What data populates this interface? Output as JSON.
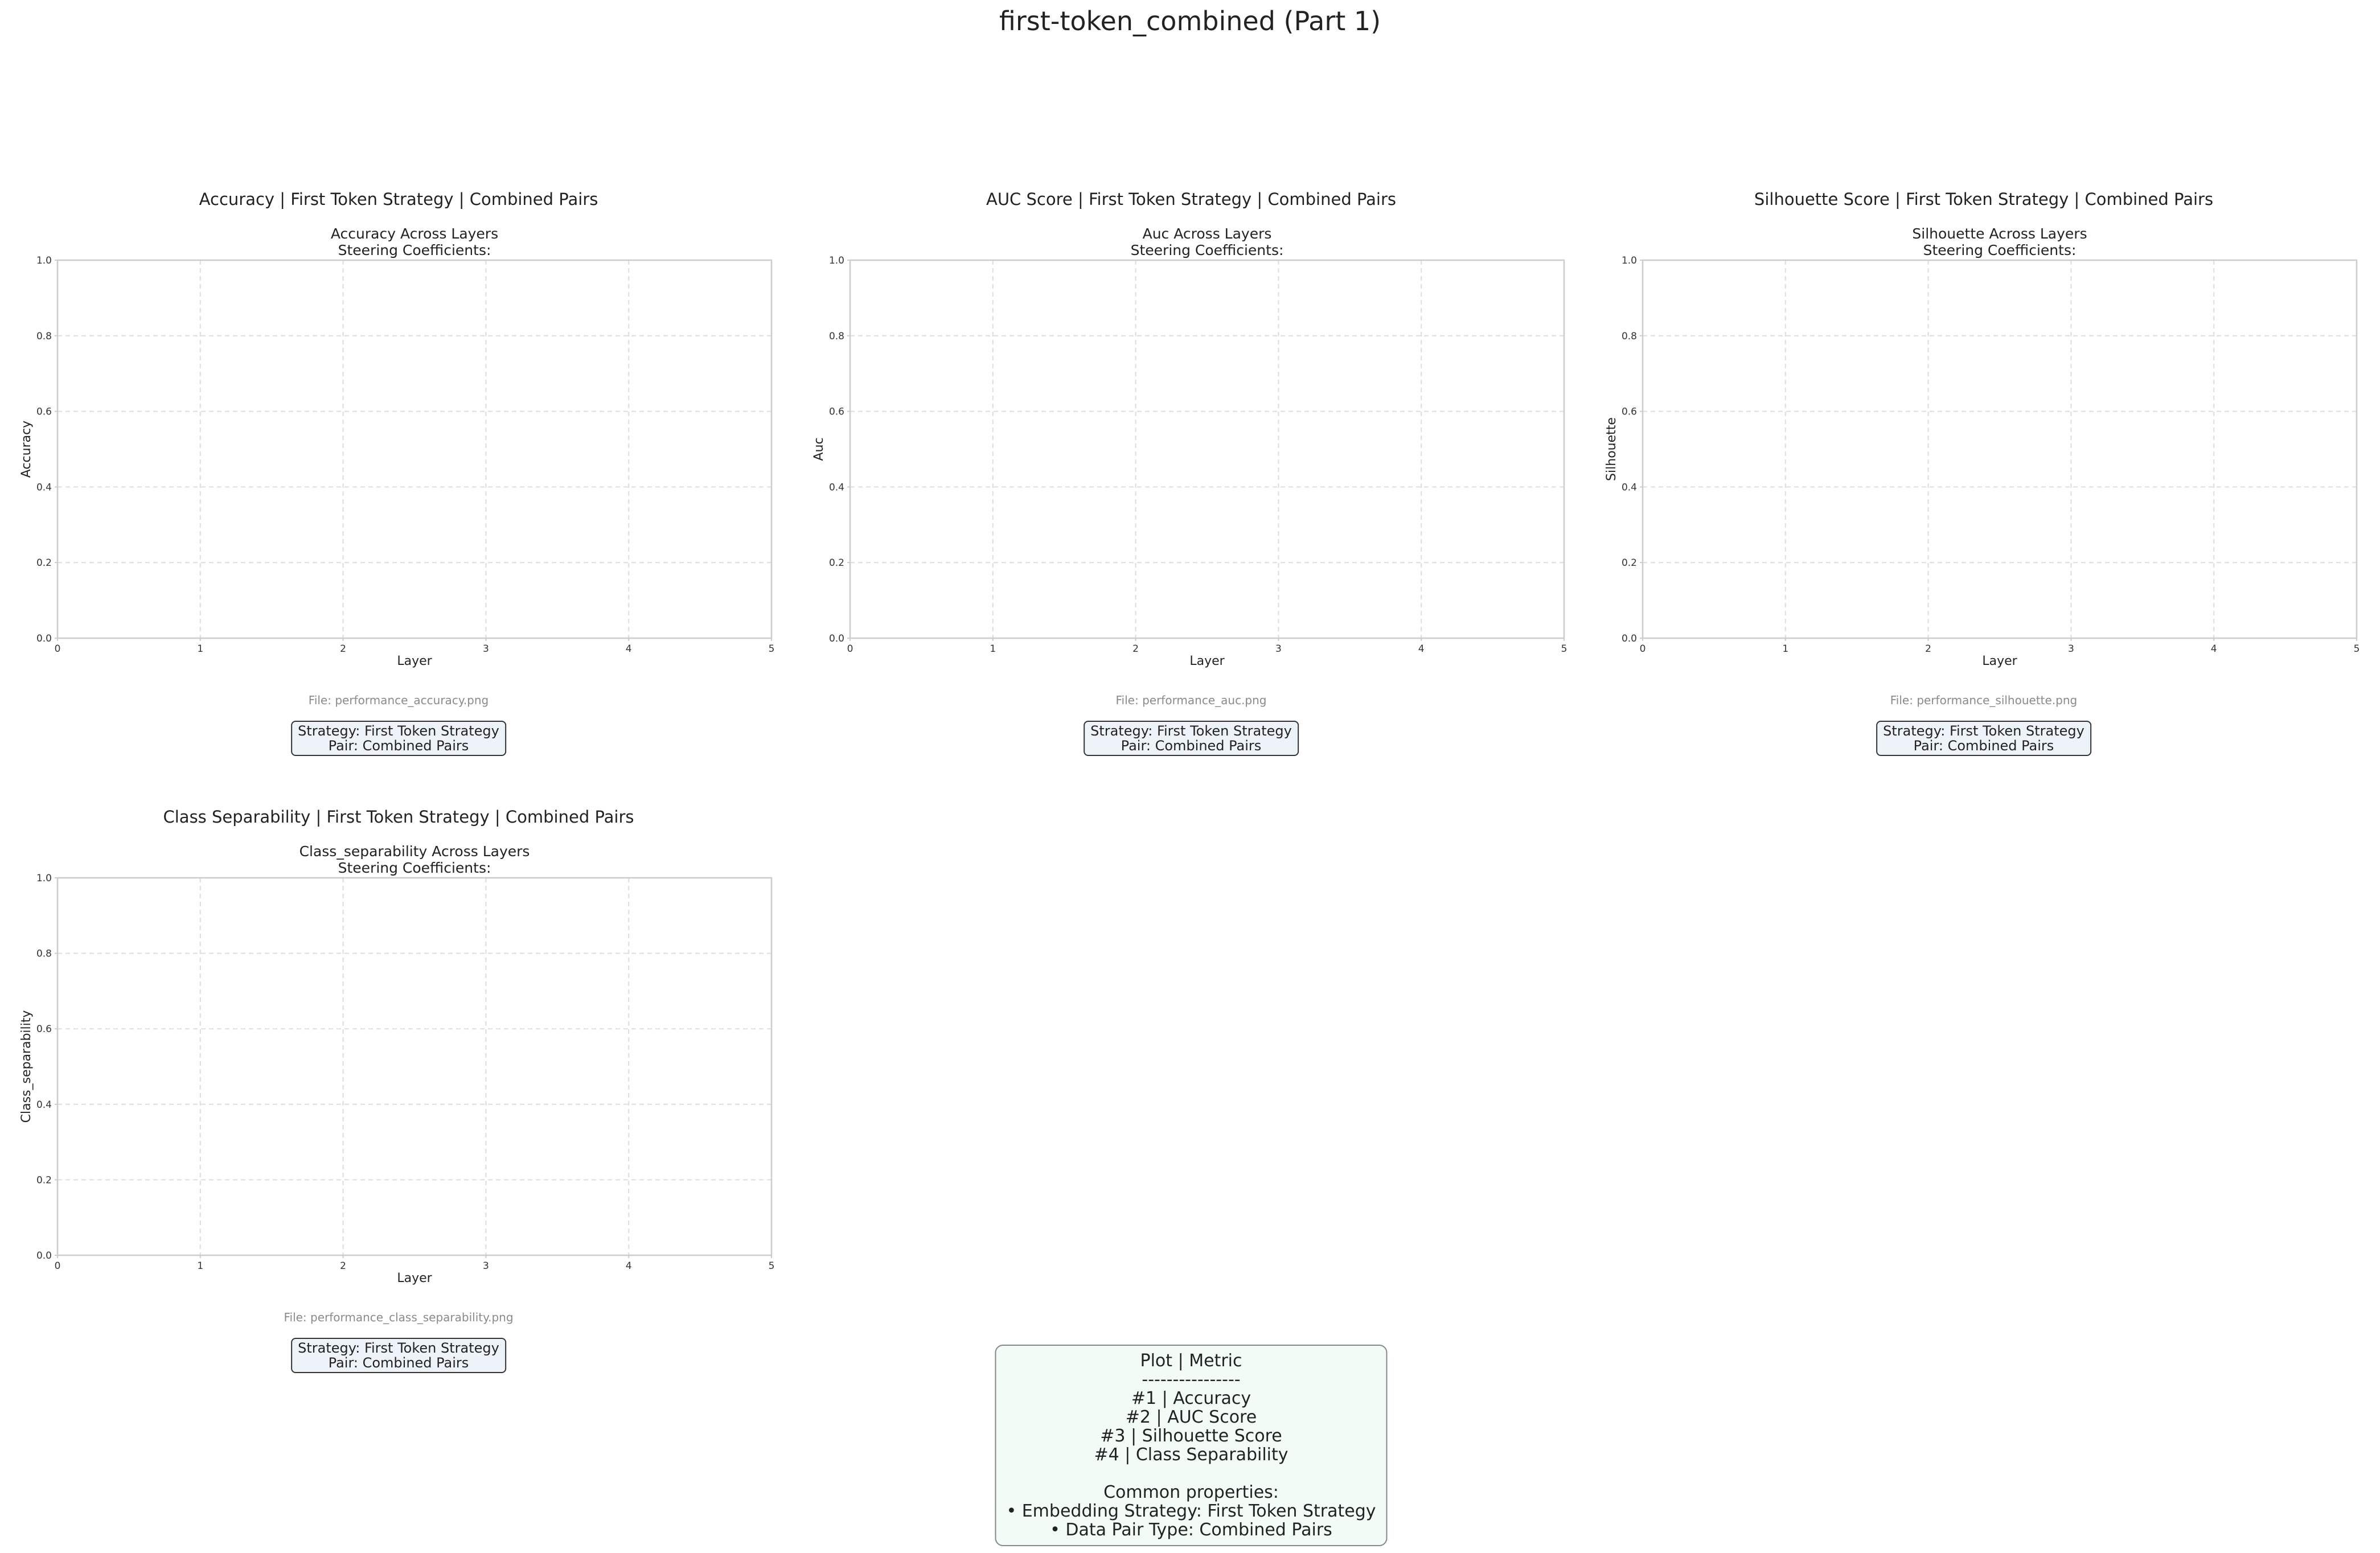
{
  "suptitle": "first-token_combined (Part 1)",
  "panels": [
    {
      "title": "Accuracy | First Token Strategy | Combined Pairs",
      "subtitle_line1": "Accuracy Across Layers",
      "subtitle_line2": "Steering Coefficients:",
      "file_info": "File: performance_accuracy.png",
      "info_strategy": "Strategy: First Token Strategy",
      "info_pair": "Pair: Combined Pairs"
    },
    {
      "title": "AUC Score | First Token Strategy | Combined Pairs",
      "subtitle_line1": "Auc Across Layers",
      "subtitle_line2": "Steering Coefficients:",
      "file_info": "File: performance_auc.png",
      "info_strategy": "Strategy: First Token Strategy",
      "info_pair": "Pair: Combined Pairs"
    },
    {
      "title": "Silhouette Score | First Token Strategy | Combined Pairs",
      "subtitle_line1": "Silhouette Across Layers",
      "subtitle_line2": "Steering Coefficients:",
      "file_info": "File: performance_silhouette.png",
      "info_strategy": "Strategy: First Token Strategy",
      "info_pair": "Pair: Combined Pairs"
    },
    {
      "title": "Class Separability | First Token Strategy | Combined Pairs",
      "subtitle_line1": "Class_separability Across Layers",
      "subtitle_line2": "Steering Coefficients:",
      "file_info": "File: performance_class_separability.png",
      "info_strategy": "Strategy: First Token Strategy",
      "info_pair": "Pair: Combined Pairs"
    }
  ],
  "legend": {
    "header": "Plot | Metric",
    "separator": "----------------",
    "items": [
      "#1 | Accuracy",
      "#2 | AUC Score",
      "#3 | Silhouette Score",
      "#4 | Class Separability"
    ],
    "common_title": "Common properties:",
    "common_items": [
      "• Embedding Strategy: First Token Strategy",
      "• Data Pair Type: Combined Pairs"
    ]
  },
  "colors": {
    "grid": "#dddddd",
    "axes": "#cccccc",
    "info_box_bg": "#eef3fa",
    "legend_box_bg": "#f3fbf6"
  },
  "chart_data": [
    {
      "type": "line",
      "title": "Accuracy Across Layers",
      "xlabel": "Layer",
      "ylabel": "Accuracy",
      "xlim": [
        0,
        5
      ],
      "ylim": [
        0,
        1
      ],
      "xticks": [
        "0",
        "1",
        "2",
        "3",
        "4",
        "5"
      ],
      "yticks": [
        "0.0",
        "0.2",
        "0.4",
        "0.6",
        "0.8",
        "1.0"
      ],
      "grid": true,
      "series": []
    },
    {
      "type": "line",
      "title": "Auc Across Layers",
      "xlabel": "Layer",
      "ylabel": "Auc",
      "xlim": [
        0,
        5
      ],
      "ylim": [
        0,
        1
      ],
      "xticks": [
        "0",
        "1",
        "2",
        "3",
        "4",
        "5"
      ],
      "yticks": [
        "0.0",
        "0.2",
        "0.4",
        "0.6",
        "0.8",
        "1.0"
      ],
      "grid": true,
      "series": []
    },
    {
      "type": "line",
      "title": "Silhouette Across Layers",
      "xlabel": "Layer",
      "ylabel": "Silhouette",
      "xlim": [
        0,
        5
      ],
      "ylim": [
        0,
        1
      ],
      "xticks": [
        "0",
        "1",
        "2",
        "3",
        "4",
        "5"
      ],
      "yticks": [
        "0.0",
        "0.2",
        "0.4",
        "0.6",
        "0.8",
        "1.0"
      ],
      "grid": true,
      "series": []
    },
    {
      "type": "line",
      "title": "Class_separability Across Layers",
      "xlabel": "Layer",
      "ylabel": "Class_separability",
      "xlim": [
        0,
        5
      ],
      "ylim": [
        0,
        1
      ],
      "xticks": [
        "0",
        "1",
        "2",
        "3",
        "4",
        "5"
      ],
      "yticks": [
        "0.0",
        "0.2",
        "0.4",
        "0.6",
        "0.8",
        "1.0"
      ],
      "grid": true,
      "series": []
    }
  ]
}
